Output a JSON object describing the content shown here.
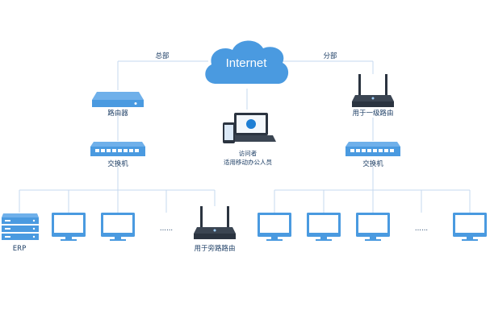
{
  "internet": {
    "label": "Internet"
  },
  "edges": {
    "hq_label": "总部",
    "branch_label": "分部"
  },
  "hq": {
    "router_label": "路由器",
    "switch_label": "交换机",
    "erp_label": "ERP",
    "ellipsis": "......",
    "side_router_label": "用于旁路路由"
  },
  "visitor": {
    "label_line1": "访问者",
    "label_line2": "适用移动办公人员"
  },
  "branch": {
    "router_label": "用于一级路由",
    "switch_label": "交换机",
    "ellipsis": "......"
  },
  "colors": {
    "primary_blue": "#4a9ae0",
    "dark_device": "#2b3440",
    "line": "#c5d9ef",
    "label": "#1e3f66"
  }
}
